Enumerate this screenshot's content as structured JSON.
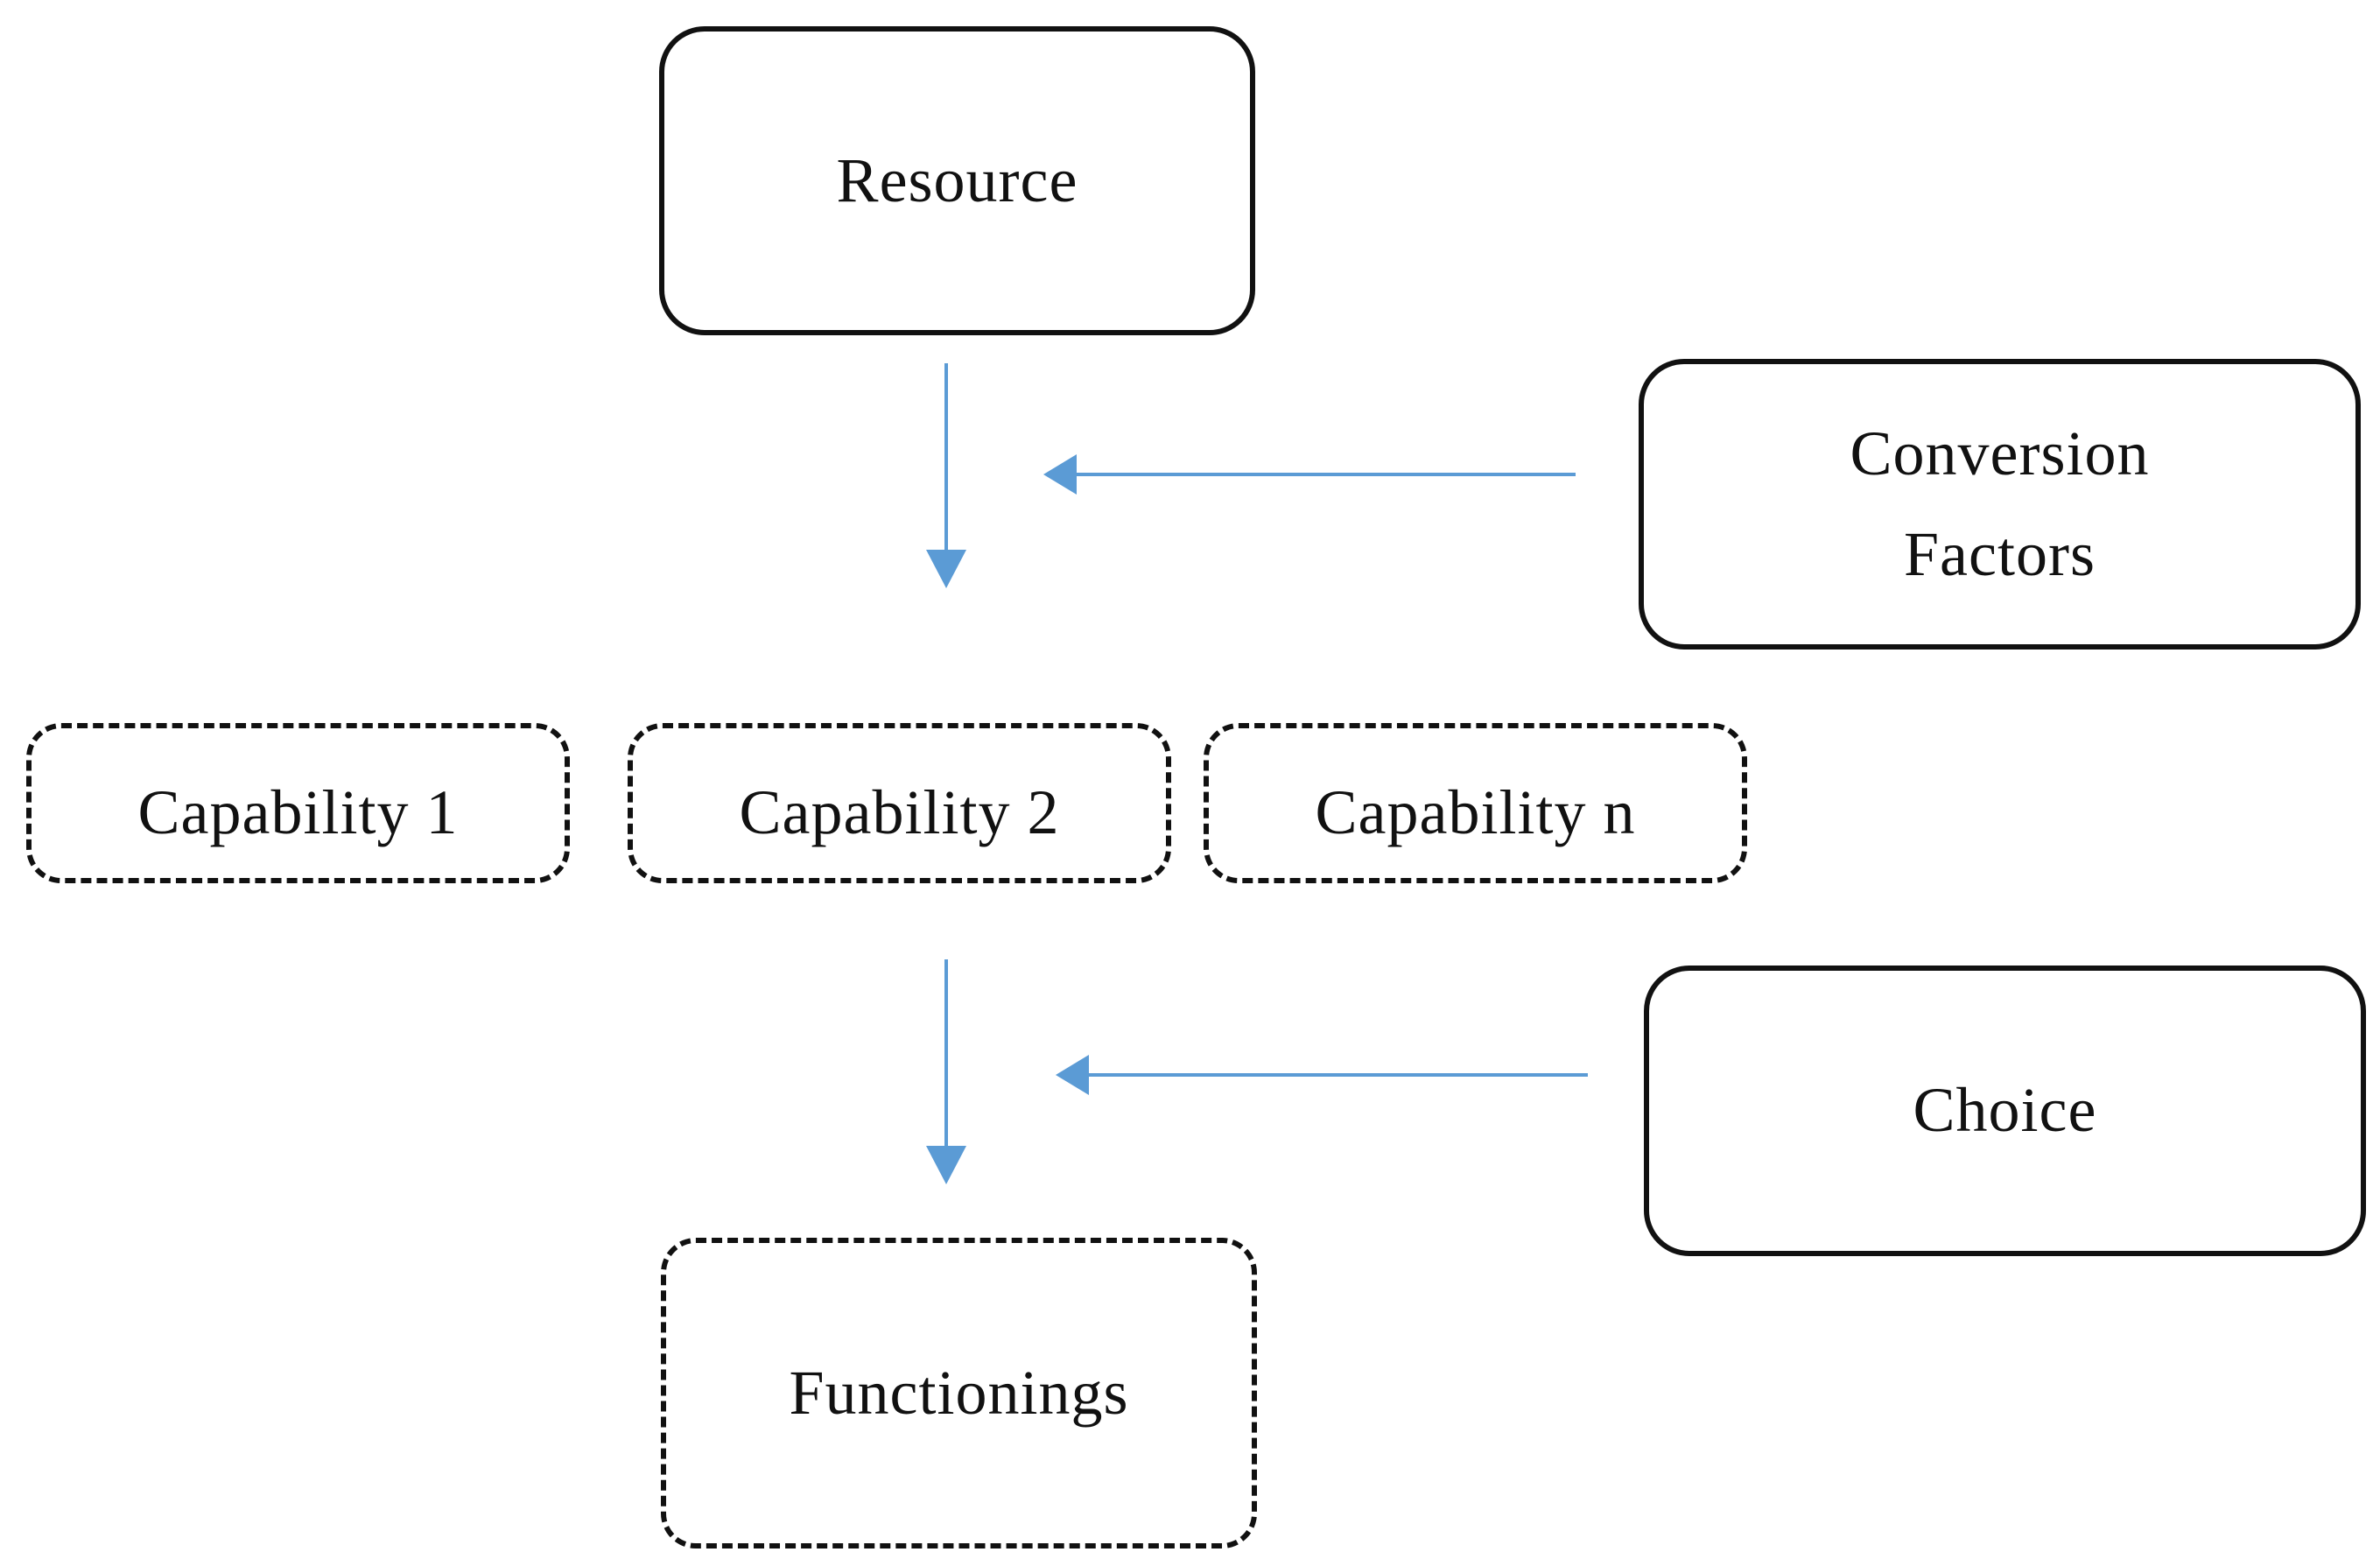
{
  "diagram": {
    "resource": "Resource",
    "conversion_factors": [
      "Conversion",
      "Factors"
    ],
    "capabilities": [
      "Capability 1",
      "Capability 2",
      "Capability n"
    ],
    "choice": "Choice",
    "functionings": "Functionings",
    "arrow_color": "#5b9bd5",
    "box_border_color": "#111111"
  }
}
